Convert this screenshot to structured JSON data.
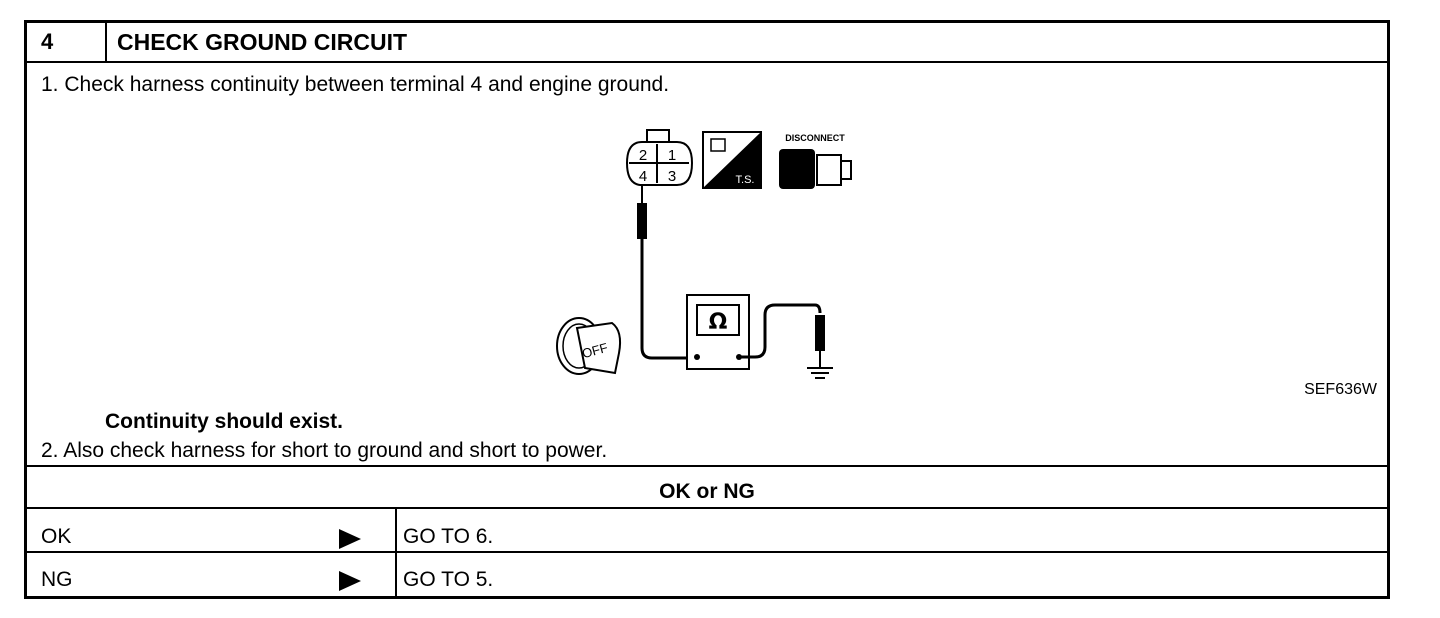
{
  "step": {
    "number": "4",
    "title": "CHECK GROUND CIRCUIT"
  },
  "instructions": {
    "item1": "1.  Check harness continuity between terminal 4 and engine ground.",
    "item2": "2.  Also check harness for short to ground and short to power.",
    "spec": "Continuity should exist."
  },
  "figure": {
    "connector_pins": [
      "2",
      "1",
      "4",
      "3"
    ],
    "ts_label": "T.S.",
    "disconnect_label": "DISCONNECT",
    "ignition_label": "OFF",
    "meter_symbol": "Ω",
    "figure_id": "SEF636W"
  },
  "result": {
    "heading": "OK or NG",
    "rows": [
      {
        "status": "OK",
        "action": "GO TO 6."
      },
      {
        "status": "NG",
        "action": "GO TO 5."
      }
    ]
  }
}
